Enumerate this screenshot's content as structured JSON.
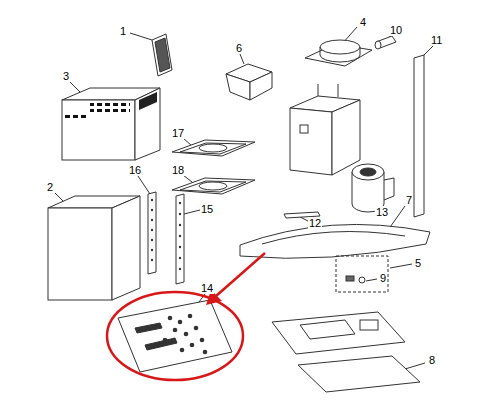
{
  "diagram": {
    "labels": [
      "1",
      "6",
      "4",
      "10",
      "11",
      "3",
      "17",
      "18",
      "16",
      "15",
      "12",
      "13",
      "2",
      "7",
      "5",
      "9",
      "14",
      "8"
    ]
  }
}
